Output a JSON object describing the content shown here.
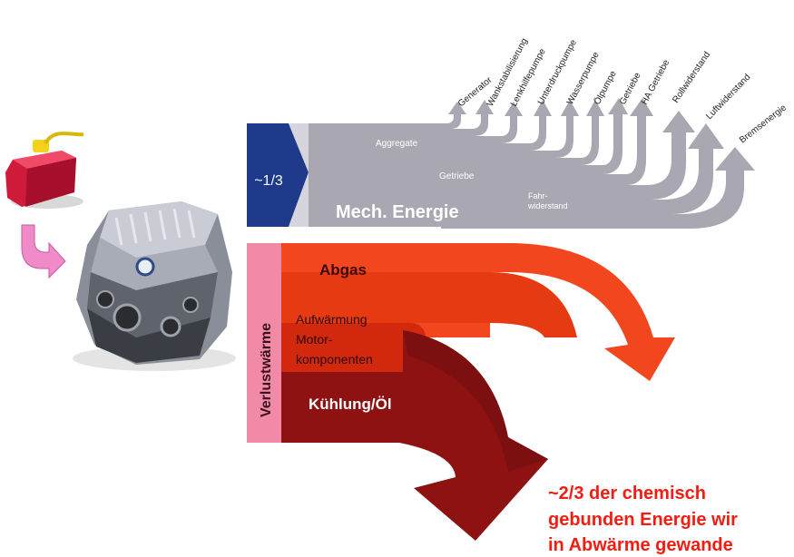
{
  "mech_block": {
    "fraction_label": "~1/3",
    "main_label": "Mech. Energie",
    "sub_labels": {
      "aggregate": "Aggregate",
      "getriebe": "Getriebe",
      "fahrwiderstand": "Fahr-\nwiderstand"
    }
  },
  "consumers": [
    "Generator",
    "Wankstabilisierung",
    "Lenkhilfepumpe",
    "Unterdruckpumpe",
    "Wasserpumpe",
    "Ölpumpe",
    "Getriebe",
    "HA Getriebe",
    "Rollwiderstand",
    "Luftwiderstand",
    "Bremsenergie"
  ],
  "loss_block": {
    "vertical_label": "Verlustwärme",
    "abgas": "Abgas",
    "aufwaermung": "Aufwärmung",
    "motor": "Motor-",
    "komponenten": "komponenten",
    "kuehlung": "Kühlung/Öl"
  },
  "conclusion": {
    "line1": "~2/3 der chemisch",
    "line2": "gebunden Energie wir",
    "line3": "in Abwärme gewande"
  },
  "colors": {
    "navy": "#1f3a8a",
    "grey": "#a9a7b1",
    "pink": "#f08aa6",
    "orange": "#f2461e",
    "orange_dark": "#e53a12",
    "darkred": "#8e1212",
    "maroon": "#6d0c0c",
    "red_text": "#f21c10"
  }
}
